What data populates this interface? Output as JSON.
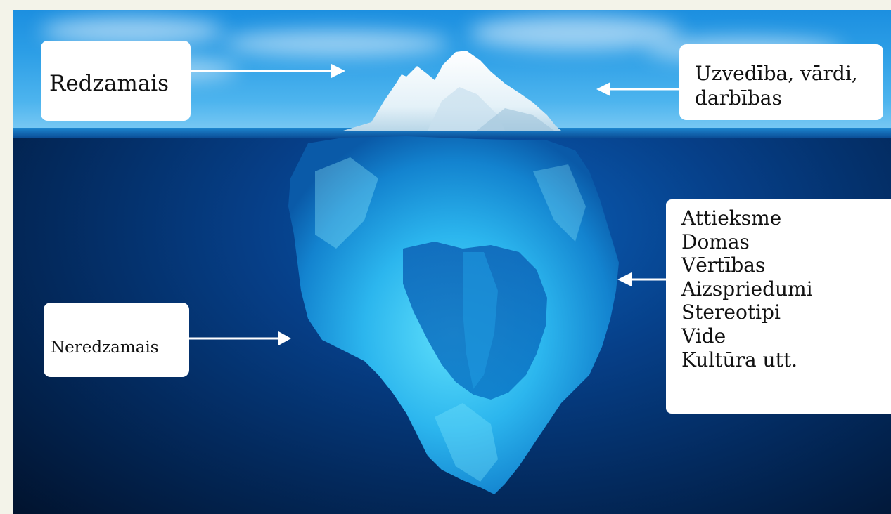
{
  "diagram": {
    "visible_label": "Redzamais",
    "visible_items": "Uzvedība, vārdi, darbības",
    "visible_items_lines": [
      "Uzvedība, vārdi,",
      "darbības"
    ],
    "invisible_label": "Neredzamais",
    "invisible_items": [
      "Attieksme",
      "Domas",
      "Vērtības",
      "Aizspriedumi",
      "Stereotipi",
      "Vide",
      "Kultūra utt."
    ]
  },
  "colors": {
    "sky": "#2c9ee6",
    "water": "#063f88",
    "ice": "#3cc8f2",
    "box": "#ffffff",
    "arrow": "#ffffff"
  }
}
